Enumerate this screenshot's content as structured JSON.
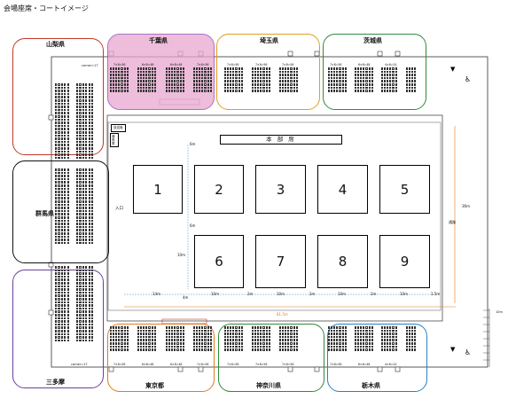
{
  "page_title": "会場座席・コートイメージ",
  "regions": [
    {
      "id": "yamanashi",
      "label": "山梨県",
      "color": "#c0392b",
      "fill": ""
    },
    {
      "id": "chiba",
      "label": "千葉県",
      "color": "#8e44ad",
      "fill": "#e8a8d0"
    },
    {
      "id": "saitama",
      "label": "埼玉県",
      "color": "#e0a020",
      "fill": ""
    },
    {
      "id": "ibaraki",
      "label": "茨城県",
      "color": "#2e8b3a",
      "fill": ""
    },
    {
      "id": "gunma",
      "label": "群馬県",
      "color": "#111111",
      "fill": ""
    },
    {
      "id": "santama",
      "label": "三多摩",
      "color": "#6b3fa0",
      "fill": ""
    },
    {
      "id": "tokyo",
      "label": "東京都",
      "color": "#e07b20",
      "fill": ""
    },
    {
      "id": "kanagawa",
      "label": "神奈川県",
      "color": "#2e8b3a",
      "fill": ""
    },
    {
      "id": "tochigi",
      "label": "栃木県",
      "color": "#2a7fc0",
      "fill": ""
    }
  ],
  "headquarters": "本 部 席",
  "courts": [
    "1",
    "2",
    "3",
    "4",
    "5",
    "6",
    "7",
    "8",
    "9"
  ],
  "labels": {
    "entrance": "入口",
    "broadcast": "放送席",
    "storage": "器具庫",
    "side": "通路",
    "corner_top": "corner=17",
    "corner_bottom": "corner=17"
  },
  "seat_labels_top": [
    "7×8=56",
    "6×8=48",
    "6×8=48",
    "7×8=56",
    "7×8=56",
    "7×8=56",
    "7×8=56",
    "7×8=56",
    "6×8=48",
    "4×6=24"
  ],
  "seat_labels_bottom": [
    "7×8=56",
    "6×8=48",
    "6×8=48",
    "7×8=56",
    "7×8=56",
    "7×8=56",
    "7×8=56",
    "7×8=56",
    "6×8=48",
    "4×6=24"
  ],
  "dimensions": {
    "width_total": "81.5m",
    "height_total": "36m",
    "court_w": "14m",
    "gap": "2m",
    "court_h": "10m",
    "side_gap": "4m",
    "top_gap": "6m",
    "mid_gap": "6m",
    "col_w": "10m",
    "end": "1.5m",
    "right_marker": "10m"
  }
}
